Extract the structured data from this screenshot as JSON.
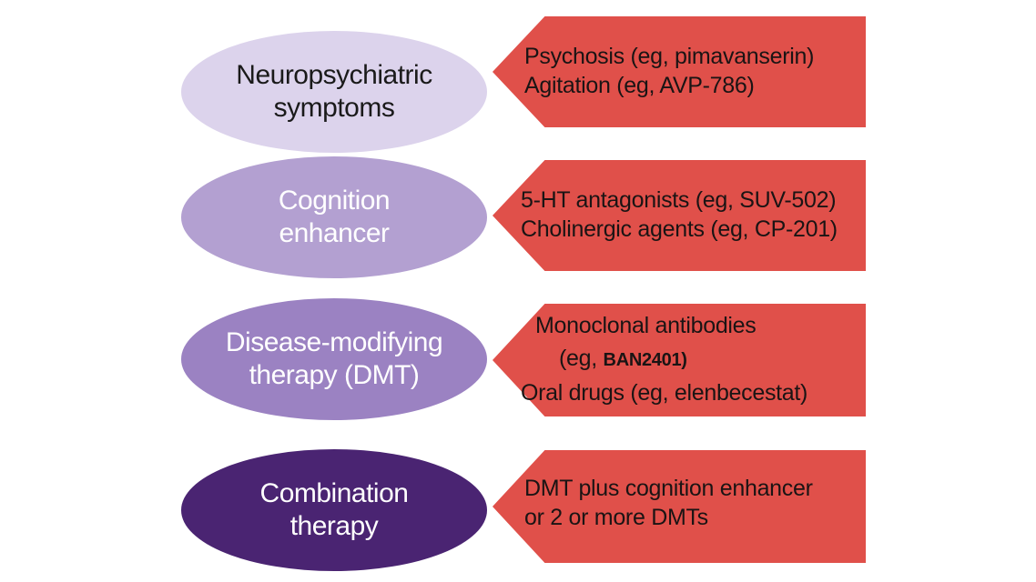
{
  "diagram": {
    "rows": [
      {
        "category": [
          "Neuropsychiatric",
          "symptoms"
        ],
        "category_color": "#dcd3ec",
        "category_text_color": "#1a1a1a",
        "examples": [
          "Psychosis (eg, pimavanserin)",
          "Agitation (eg, AVP-786)"
        ]
      },
      {
        "category": [
          "Cognition",
          "enhancer"
        ],
        "category_color": "#b3a0d1",
        "category_text_color": "#ffffff",
        "examples": [
          "5-HT antagonists (eg, SUV-502)",
          "Cholinergic agents (eg, CP-201)"
        ]
      },
      {
        "category": [
          "Disease-modifying",
          "therapy (DMT)"
        ],
        "category_color": "#9b82c2",
        "category_text_color": "#ffffff",
        "examples_line1": "Monoclonal antibodies",
        "examples_line2_prefix": "(eg,",
        "examples_line2_bold": "BAN2401)",
        "examples_line3": "Oral drugs (eg, elenbecestat)"
      },
      {
        "category": [
          "Combination",
          "therapy"
        ],
        "category_color": "#4a2472",
        "category_text_color": "#ffffff",
        "examples": [
          "DMT plus cognition enhancer",
          "or 2 or more DMTs"
        ]
      }
    ],
    "arrow_color": "#e0504a"
  }
}
